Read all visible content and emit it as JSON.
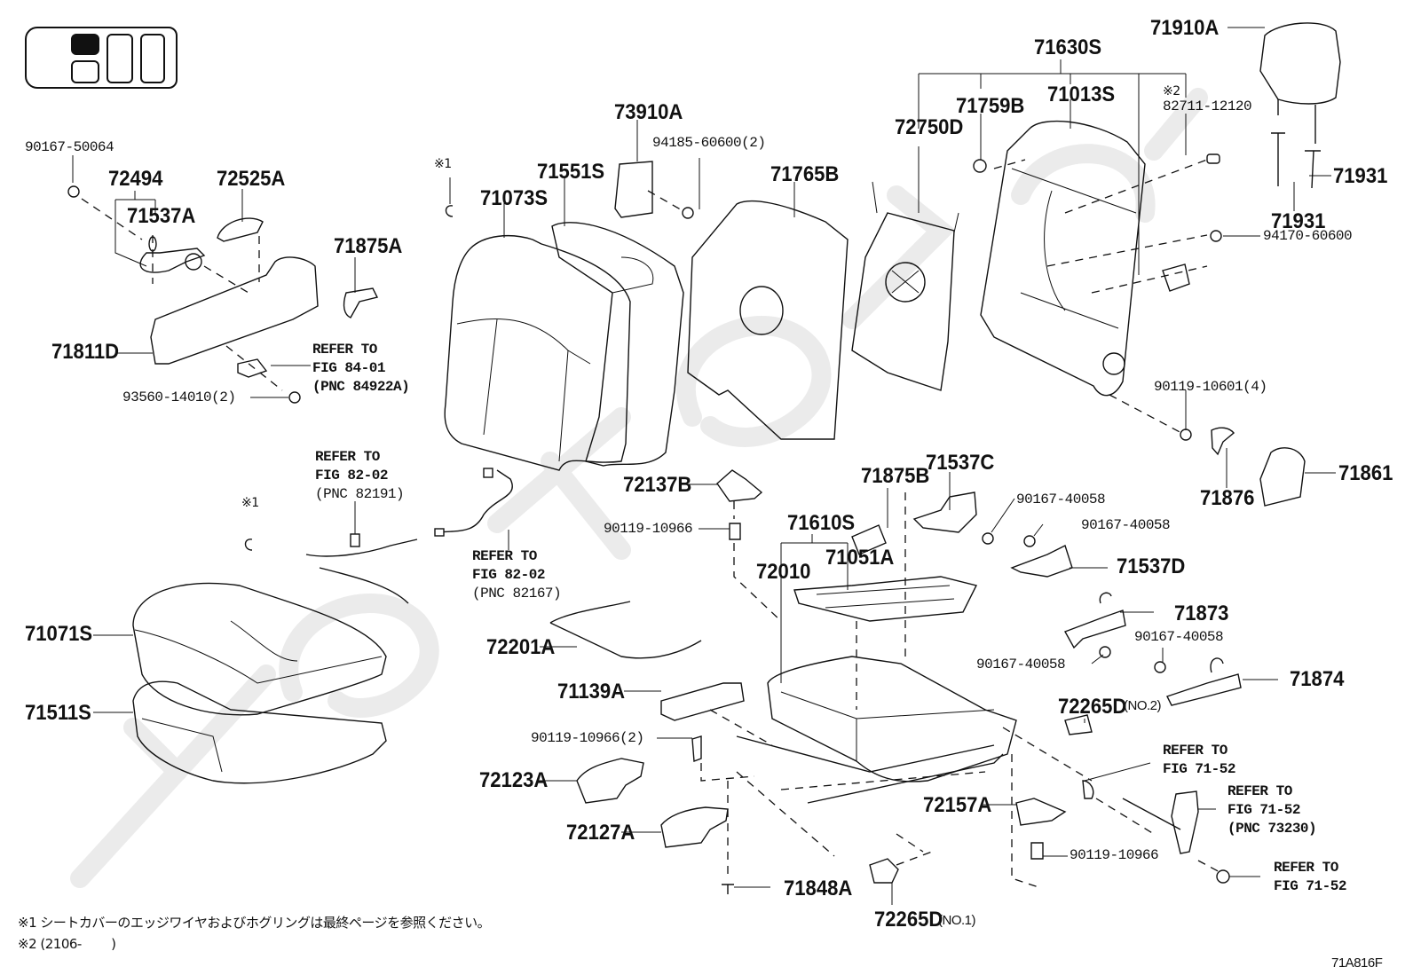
{
  "figure": {
    "code": "71A816F",
    "view_selector": {
      "cells": [
        {
          "name": "front-left-seat",
          "selected": true
        },
        {
          "name": "front-left-lower",
          "selected": false
        },
        {
          "name": "middle-seat",
          "selected": false
        },
        {
          "name": "right-seat",
          "selected": false
        }
      ]
    }
  },
  "labels": {
    "p90167_50064": "90167-50064",
    "p72494": "72494",
    "p71537A": "71537A",
    "p72525A": "72525A",
    "p71875A": "71875A",
    "p71811D": "71811D",
    "p93560_14010": "93560-14010(2)",
    "p73910A": "73910A",
    "p94185_60600": "94185-60600(2)",
    "p71551S": "71551S",
    "p71073S": "71073S",
    "p71765B": "71765B",
    "p71630S": "71630S",
    "p72750D": "72750D",
    "p71759B": "71759B",
    "p71013S": "71013S",
    "p82711_12120": "82711-12120",
    "p71910A": "71910A",
    "p71931_a": "71931",
    "p71931_b": "71931",
    "p94170_60600": "94170-60600",
    "p90119_10601": "90119-10601(4)",
    "p71876": "71876",
    "p71861": "71861",
    "p72137B": "72137B",
    "p90119_10966_a": "90119-10966",
    "p71875B": "71875B",
    "p71537C": "71537C",
    "p90167_40058_a": "90167-40058",
    "p90167_40058_b": "90167-40058",
    "p71610S": "71610S",
    "p71051A": "71051A",
    "p72010": "72010",
    "p71537D": "71537D",
    "p71873": "71873",
    "p90167_40058_c": "90167-40058",
    "p90167_40058_d": "90167-40058",
    "p71874": "71874",
    "p72265D_no2": "72265D",
    "p72265D_no2_sfx": "(NO.2)",
    "p71071S": "71071S",
    "p71511S": "71511S",
    "p72201A": "72201A",
    "p71139A": "71139A",
    "p90119_10966_2": "90119-10966(2)",
    "p72123A": "72123A",
    "p72127A": "72127A",
    "p71848A": "71848A",
    "p72265D_no1": "72265D",
    "p72265D_no1_sfx": "(NO.1)",
    "p72157A": "72157A",
    "p90119_10966_b": "90119-10966"
  },
  "references": {
    "fig84_01": [
      "REFER TO",
      "FIG 84-01",
      "(PNC 84922A)"
    ],
    "fig82_02_a": [
      "REFER TO",
      "FIG 82-02",
      "(PNC 82191)"
    ],
    "fig82_02_b": [
      "REFER TO",
      "FIG 82-02",
      "(PNC 82167)"
    ],
    "fig71_52_a": [
      "REFER TO",
      "FIG 71-52"
    ],
    "fig71_52_b": [
      "REFER TO",
      "FIG 71-52",
      "(PNC 73230)"
    ],
    "fig71_52_c": [
      "REFER TO",
      "FIG 71-52"
    ]
  },
  "marks": {
    "note1_mark_a": "※1",
    "note1_mark_b": "※1",
    "note2_mark": "※2"
  },
  "footnotes": {
    "note1": "※1 シートカバーのエッジワイヤおよびホグリングは最終ページを参照ください。",
    "note2": "※2 (2106-　　 )"
  },
  "watermark": "ToyotaCarMir.ru"
}
